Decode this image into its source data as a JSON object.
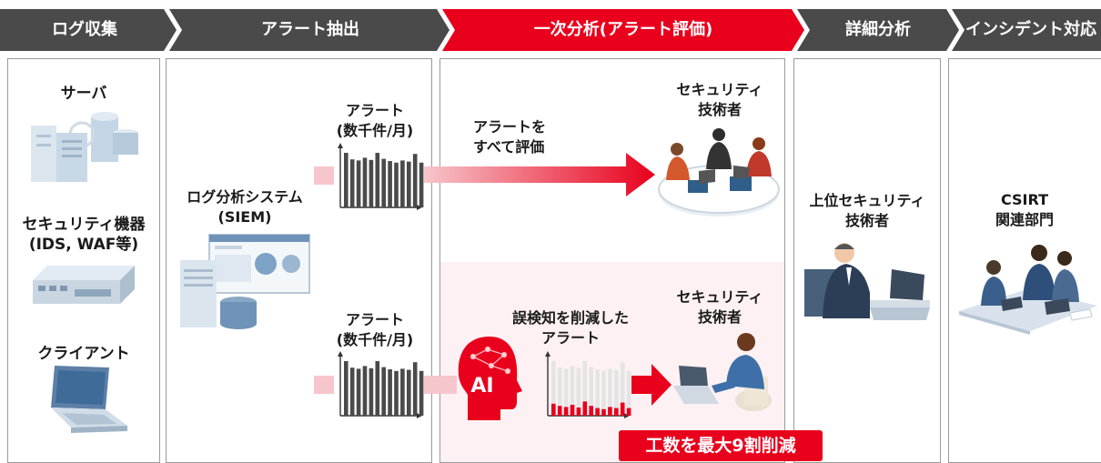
{
  "stages": [
    "ログ収集",
    "アラート抽出",
    "一次分析(アラート評価)",
    "詳細分析",
    "インシデント対応"
  ],
  "colors": {
    "stage_dark": "#4a4a4a",
    "stage_active": "#e8001c",
    "pink_band": "#f7c6cc",
    "highlight_bg": "#fdf1f3"
  },
  "log_sources": {
    "server": "サーバ",
    "security_device_line1": "セキュリティ機器",
    "security_device_line2": "(IDS, WAF等)",
    "client": "クライアント"
  },
  "siem": {
    "line1": "ログ分析システム",
    "line2": "(SIEM)"
  },
  "alert_chart_top": {
    "line1": "アラート",
    "line2": "(数千件/月)"
  },
  "alert_chart_bottom": {
    "line1": "アラート",
    "line2": "(数千件/月)"
  },
  "evaluate_all": {
    "line1": "アラートを",
    "line2": "すべて評価"
  },
  "engineer_top": {
    "line1": "セキュリティ",
    "line2": "技術者"
  },
  "engineer_bottom": {
    "line1": "セキュリティ",
    "line2": "技術者"
  },
  "reduced_alerts": {
    "line1": "誤検知を削減した",
    "line2": "アラート"
  },
  "ai_label": "AI",
  "senior_engineer": {
    "line1": "上位セキュリティ",
    "line2": "技術者"
  },
  "csirt": {
    "line1": "CSIRT",
    "line2": "関連部門"
  },
  "badge": "工数を最大9割削減",
  "chart_data": [
    {
      "type": "bar",
      "values": [
        100,
        88,
        86,
        91,
        87,
        100,
        89,
        85,
        82,
        86,
        84,
        98,
        82
      ]
    },
    {
      "type": "bar",
      "values": [
        100,
        88,
        86,
        91,
        87,
        100,
        89,
        85,
        82,
        86,
        84,
        98,
        82
      ]
    },
    {
      "type": "bar",
      "series": [
        {
          "values": [
            100,
            88,
            86,
            91,
            87,
            100,
            89,
            85,
            82,
            86,
            84,
            98,
            82
          ]
        },
        {
          "values": [
            22,
            18,
            16,
            20,
            15,
            26,
            18,
            14,
            12,
            16,
            14,
            24,
            14
          ]
        }
      ]
    }
  ]
}
